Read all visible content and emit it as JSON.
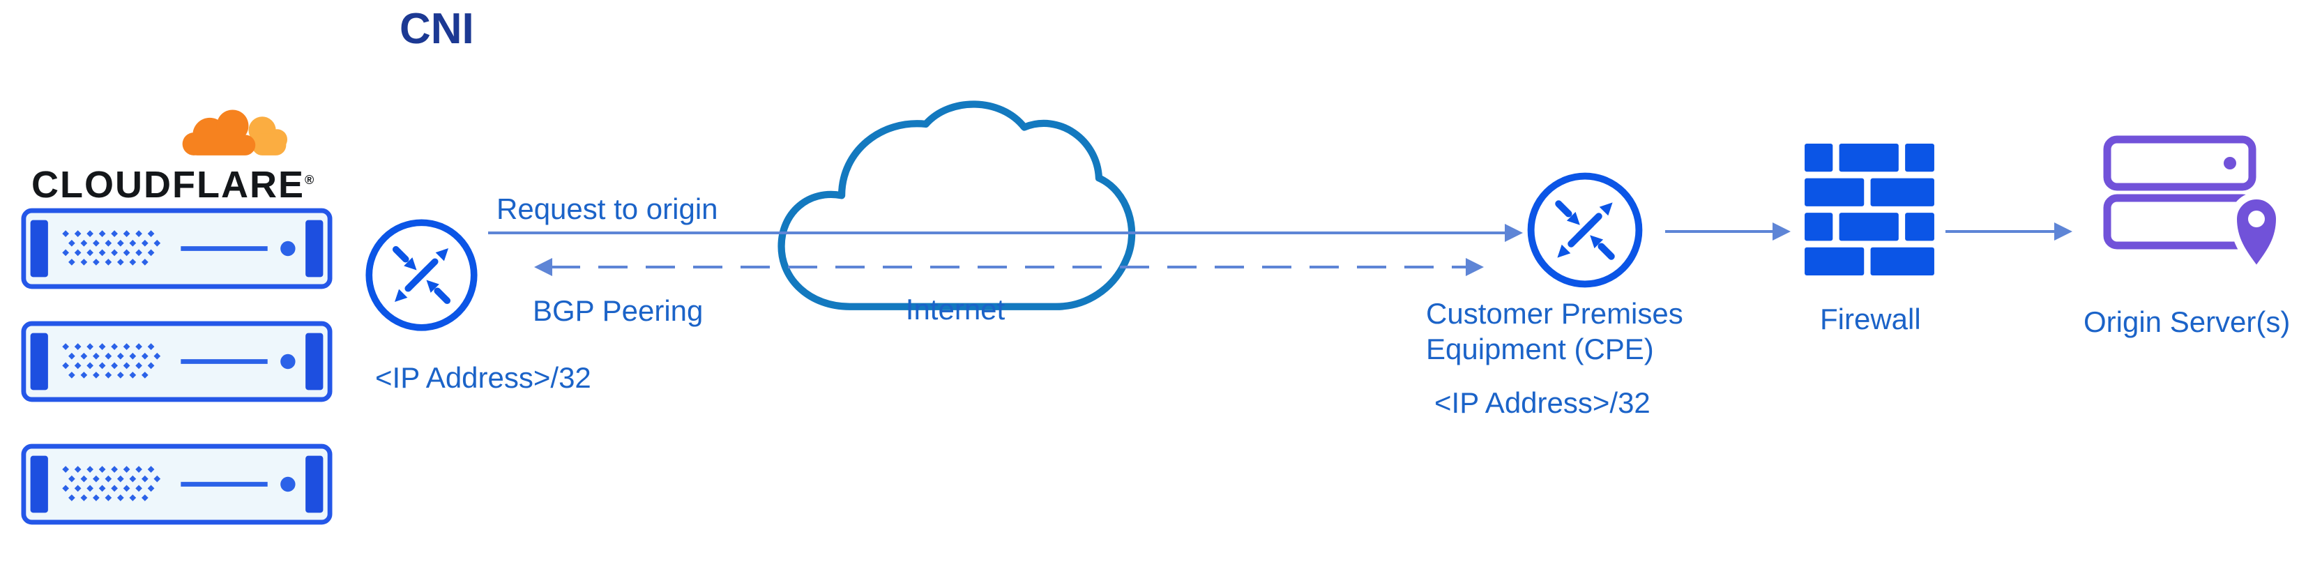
{
  "title": "CNI",
  "cloudflare": {
    "wordmark": "CLOUDFLARE",
    "registered_mark": "®",
    "server_count": 3
  },
  "edge_router": {
    "ip_label": "<IP Address>/32"
  },
  "flows": {
    "request_label": "Request to origin",
    "bgp_label": "BGP Peering"
  },
  "internet": {
    "label": "Internet"
  },
  "cpe": {
    "name": "Customer Premises Equipment (CPE)",
    "ip_label": "<IP Address>/32"
  },
  "firewall": {
    "label": "Firewall"
  },
  "origin": {
    "label": "Origin Server(s)"
  },
  "colors": {
    "icon_blue": "#0b55e6",
    "arrow_blue": "#5e85d6",
    "label_blue": "#1b63c8",
    "title_navy": "#1c3993",
    "internet_cloud_blue": "#1379bf",
    "server_blue": "#2457e8",
    "cloudflare_orange": "#F6821F",
    "cloudflare_orange_light": "#FBAD41",
    "origin_purple": "#7152d9"
  }
}
